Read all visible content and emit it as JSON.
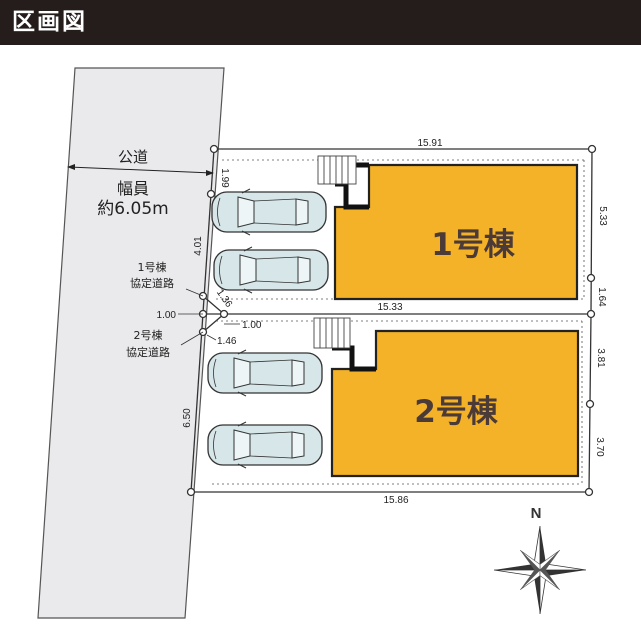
{
  "header": {
    "title": "区画図"
  },
  "road": {
    "label": "公道",
    "width_label": "幅員",
    "width_value": "約6.05m"
  },
  "buildings": [
    {
      "label": "1号棟"
    },
    {
      "label": "2号棟"
    }
  ],
  "easements": [
    {
      "label_line1": "1号棟",
      "label_line2": "協定道路"
    },
    {
      "label_line1": "2号棟",
      "label_line2": "協定道路"
    }
  ],
  "dimensions": {
    "top": "15.91",
    "middle": "15.33",
    "bottom": "15.86",
    "left_top": "1.99",
    "left_upper": "4.01",
    "left_lower": "6.50",
    "diag": "1.36",
    "easement_left": "1.00",
    "easement_right": "1.00",
    "easement_bottom": "1.46",
    "right_1": "5.33",
    "right_2": "1.64",
    "right_3": "3.81",
    "right_4": "3.70"
  },
  "compass": {
    "north_label": "N"
  },
  "colors": {
    "header": "#241d1c",
    "building": "#f4b228",
    "road": "#eaeaec",
    "car": "#d6e6e9"
  }
}
